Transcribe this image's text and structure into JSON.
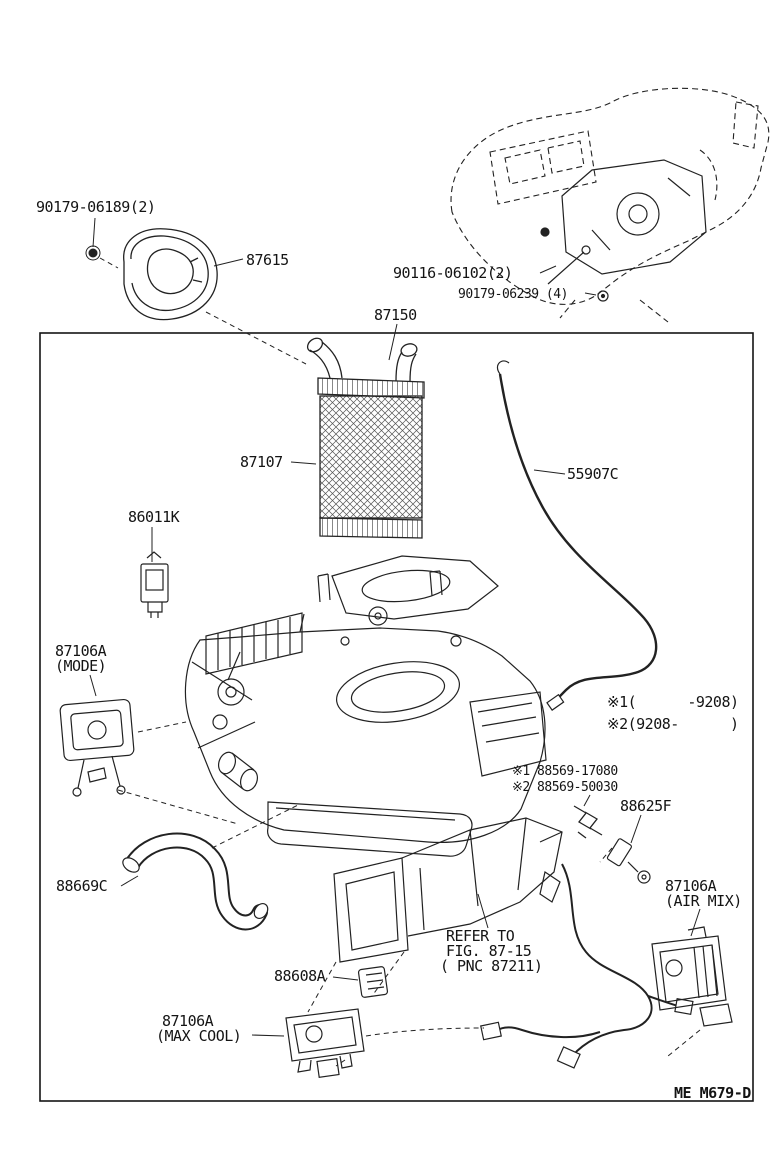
{
  "labels": {
    "screw_90179_06189": "90179-06189(2)",
    "seal_87615": "87615",
    "bolt_90116_06102": "90116-06102(2)",
    "grommet_90179_06239": "90179-06239 (4)",
    "unit_87150": "87150",
    "core_87107": "87107",
    "cable_55907c": "55907C",
    "relay_86011k": "86011K",
    "servo_mode_pn": "87106A",
    "servo_mode_name": "(MODE)",
    "note_1": "※1(      -9208)",
    "note_2": "※2(9208-      )",
    "clip_1": "※1 88569-17080",
    "clip_2": "※2 88569-50030",
    "part_88625f": "88625F",
    "hose_88669c": "88669C",
    "servo_airmix_pn": "87106A",
    "servo_airmix_name": "(AIR MIX)",
    "refer_line1": "REFER TO",
    "refer_line2": "FIG. 87-15",
    "refer_line3": "( PNC 87211)",
    "connector_88608a": "88608A",
    "servo_maxcool_pn": "87106A",
    "servo_maxcool_name": "(MAX COOL)",
    "drawing_code": "ME M679-D"
  },
  "colors": {
    "ink": "#1a1a1a",
    "background": "#ffffff"
  }
}
